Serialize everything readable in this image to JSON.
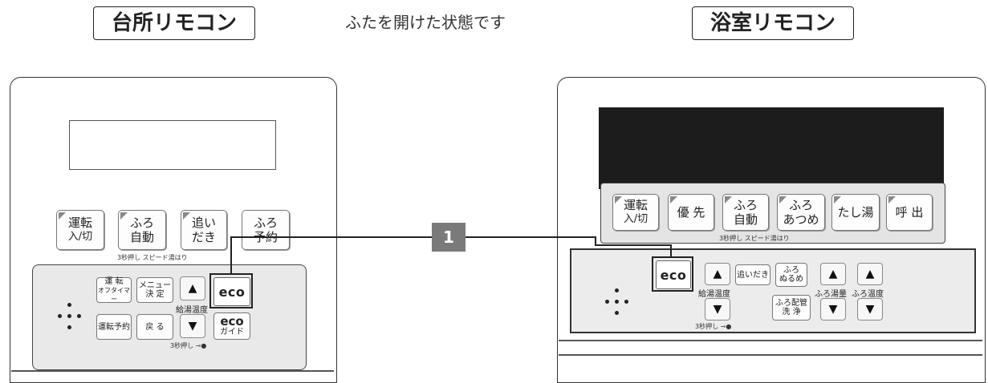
{
  "header": {
    "kitchen_title": "台所リモコン",
    "caption": "ふたを開けた状態です",
    "bath_title": "浴室リモコン"
  },
  "callout": {
    "number": "1"
  },
  "kitchen": {
    "buttons": {
      "run_line1": "運転",
      "run_line2": "入/切",
      "furo_line1": "ふろ",
      "furo_line2": "自動",
      "oidaki_line1": "追い",
      "oidaki_line2": "だき",
      "yoyaku_line1": "ふろ",
      "yoyaku_line2": "予約"
    },
    "note_3sec": "3秒押し スピード湯はり",
    "small_buttons": {
      "timer_line1": "運 転",
      "timer_line2": "オフタイマー",
      "menu_line1": "メニュー",
      "menu_line2": "決 定",
      "run_reserve": "運転予約",
      "back": "戻 る"
    },
    "temp_label": "給湯温度",
    "eco_label": "eco",
    "eco_guide_line1": "eco",
    "eco_guide_line2": "ガイド",
    "lock_note": "3秒押し"
  },
  "bath": {
    "buttons": {
      "run_line1": "運転",
      "run_line2": "入/切",
      "priority": "優 先",
      "furo_line1": "ふろ",
      "furo_line2": "自動",
      "atsume_line1": "ふろ",
      "atsume_line2": "あつめ",
      "tashiyu": "たし湯",
      "call": "呼 出"
    },
    "note_3sec": "3秒押し スピード湯はり",
    "eco_label": "eco",
    "temp_label": "給湯温度",
    "oidaki": "追いだき",
    "nurume_line1": "ふろ",
    "nurume_line2": "ぬるめ",
    "pipe_line1": "ふろ配管",
    "pipe_line2": "洗 浄",
    "furo_volume": "ふろ湯量",
    "furo_temp": "ふろ温度",
    "lock_note": "3秒押し"
  },
  "icons": {
    "up": "▲",
    "down": "▼",
    "key": "key-icon"
  }
}
